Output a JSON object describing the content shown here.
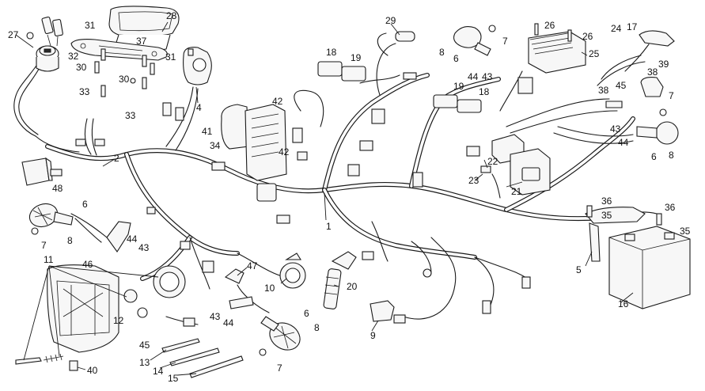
{
  "callouts": [
    {
      "id": "c1",
      "label": "1"
    },
    {
      "id": "c2",
      "label": "2"
    },
    {
      "id": "c4",
      "label": "4"
    },
    {
      "id": "c5",
      "label": "5"
    },
    {
      "id": "c6a",
      "label": "6"
    },
    {
      "id": "c6b",
      "label": "6"
    },
    {
      "id": "c6c",
      "label": "6"
    },
    {
      "id": "c6d",
      "label": "6"
    },
    {
      "id": "c7a",
      "label": "7"
    },
    {
      "id": "c7b",
      "label": "7"
    },
    {
      "id": "c7c",
      "label": "7"
    },
    {
      "id": "c7d",
      "label": "7"
    },
    {
      "id": "c8a",
      "label": "8"
    },
    {
      "id": "c8b",
      "label": "8"
    },
    {
      "id": "c8c",
      "label": "8"
    },
    {
      "id": "c8d",
      "label": "8"
    },
    {
      "id": "c9",
      "label": "9"
    },
    {
      "id": "c10",
      "label": "10"
    },
    {
      "id": "c11",
      "label": "11"
    },
    {
      "id": "c12",
      "label": "12"
    },
    {
      "id": "c13",
      "label": "13"
    },
    {
      "id": "c14",
      "label": "14"
    },
    {
      "id": "c15",
      "label": "15"
    },
    {
      "id": "c16",
      "label": "16"
    },
    {
      "id": "c17",
      "label": "17"
    },
    {
      "id": "c18a",
      "label": "18"
    },
    {
      "id": "c18b",
      "label": "18"
    },
    {
      "id": "c19a",
      "label": "19"
    },
    {
      "id": "c19b",
      "label": "19"
    },
    {
      "id": "c20",
      "label": "20"
    },
    {
      "id": "c21",
      "label": "21"
    },
    {
      "id": "c22",
      "label": "22"
    },
    {
      "id": "c23",
      "label": "23"
    },
    {
      "id": "c24",
      "label": "24"
    },
    {
      "id": "c25",
      "label": "25"
    },
    {
      "id": "c26a",
      "label": "26"
    },
    {
      "id": "c26b",
      "label": "26"
    },
    {
      "id": "c27",
      "label": "27"
    },
    {
      "id": "c28",
      "label": "28"
    },
    {
      "id": "c29",
      "label": "29"
    },
    {
      "id": "c30a",
      "label": "30"
    },
    {
      "id": "c30b",
      "label": "30"
    },
    {
      "id": "c31a",
      "label": "31"
    },
    {
      "id": "c31b",
      "label": "31"
    },
    {
      "id": "c32",
      "label": "32"
    },
    {
      "id": "c33a",
      "label": "33"
    },
    {
      "id": "c33b",
      "label": "33"
    },
    {
      "id": "c34",
      "label": "34"
    },
    {
      "id": "c35a",
      "label": "35"
    },
    {
      "id": "c35b",
      "label": "35"
    },
    {
      "id": "c36a",
      "label": "36"
    },
    {
      "id": "c36b",
      "label": "36"
    },
    {
      "id": "c37",
      "label": "37"
    },
    {
      "id": "c38a",
      "label": "38"
    },
    {
      "id": "c38b",
      "label": "38"
    },
    {
      "id": "c39",
      "label": "39"
    },
    {
      "id": "c40",
      "label": "40"
    },
    {
      "id": "c41",
      "label": "41"
    },
    {
      "id": "c42a",
      "label": "42"
    },
    {
      "id": "c42b",
      "label": "42"
    },
    {
      "id": "c43a",
      "label": "43"
    },
    {
      "id": "c43b",
      "label": "43"
    },
    {
      "id": "c43c",
      "label": "43"
    },
    {
      "id": "c43d",
      "label": "43"
    },
    {
      "id": "c44a",
      "label": "44"
    },
    {
      "id": "c44b",
      "label": "44"
    },
    {
      "id": "c44c",
      "label": "44"
    },
    {
      "id": "c44d",
      "label": "44"
    },
    {
      "id": "c45a",
      "label": "45"
    },
    {
      "id": "c45b",
      "label": "45"
    },
    {
      "id": "c46",
      "label": "46"
    },
    {
      "id": "c47",
      "label": "47"
    },
    {
      "id": "c48",
      "label": "48"
    }
  ]
}
